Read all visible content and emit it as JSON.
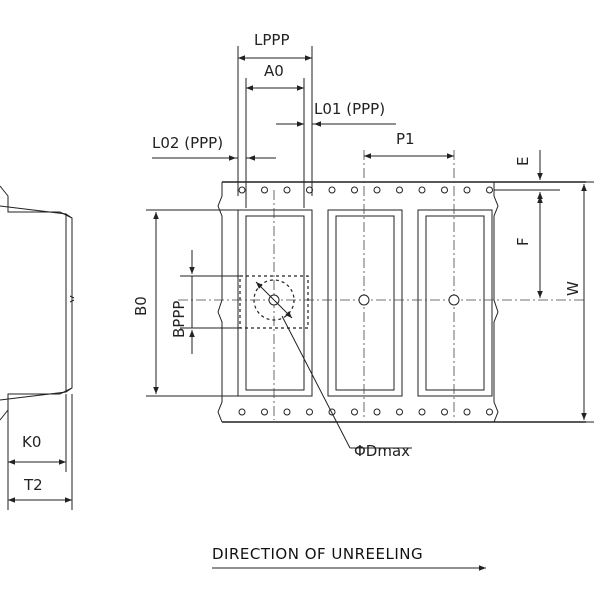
{
  "labels": {
    "lppp": "LPPP",
    "a0": "A0",
    "l01": "L01 (PPP)",
    "l02": "L02 (PPP)",
    "p1": "P1",
    "e": "E",
    "f": "F",
    "w": "W",
    "b0": "B0",
    "bppp": "BPPP",
    "k0": "K0",
    "t2": "T2",
    "dmax": "ΦDmax"
  },
  "caption": "DIRECTION OF UNREELING",
  "tape": {
    "sprocket_holes_per_edge": 12,
    "cavities": 3
  }
}
